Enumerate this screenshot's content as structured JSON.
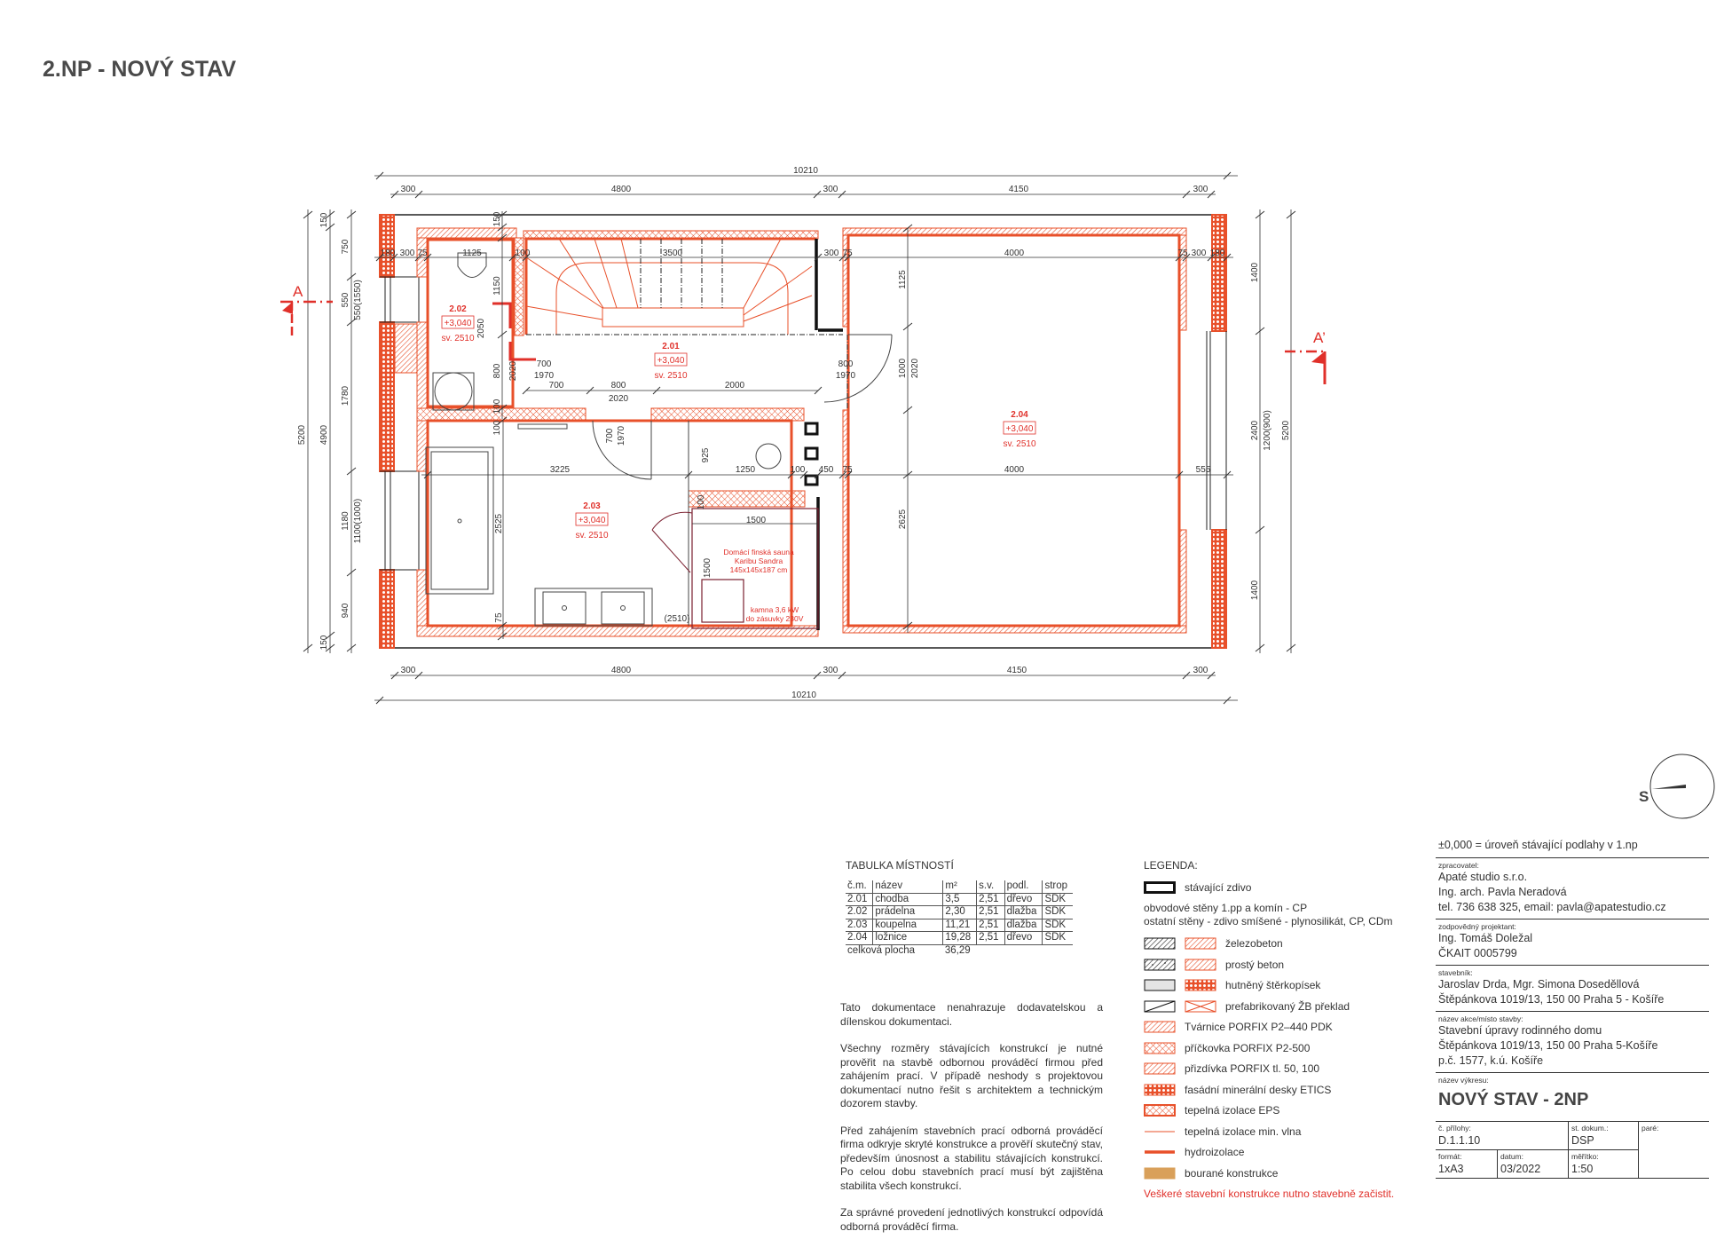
{
  "title": "2.NP - NOVÝ STAV",
  "plan": {
    "rooms": [
      {
        "number": "2.01",
        "level": "+3,040",
        "height": "sv. 2510"
      },
      {
        "number": "2.02",
        "level": "+3,040",
        "height": "sv. 2510"
      },
      {
        "number": "2.03",
        "level": "+3,040",
        "height": "sv. 2510"
      },
      {
        "number": "2.04",
        "level": "+3,040",
        "height": "sv. 2510"
      }
    ],
    "section_marks": {
      "left": "A",
      "right": "A’"
    },
    "sauna_note": [
      "Domácí finská sauna",
      "Karibu Sandra",
      "145x145x187 cm"
    ],
    "stove_note": [
      "kamna 3,6 kW",
      "do zásuvky 230V"
    ],
    "bath_height_note": "(2510)",
    "dims": {
      "top": [
        "10210",
        "300",
        "4800",
        "300",
        "4150",
        "300"
      ],
      "interior_top": [
        "180",
        "300",
        "75",
        "1125",
        "100",
        "3500",
        "300",
        "75",
        "4000",
        "75",
        "300",
        "180"
      ],
      "hall": [
        "700",
        "1970",
        "700",
        "800",
        "2020",
        "2000",
        "800",
        "1970"
      ],
      "left_rooms": [
        "150",
        "1150",
        "2050",
        "800",
        "2020",
        "100",
        "100"
      ],
      "room204": [
        "1125",
        "1000",
        "2020",
        "2625"
      ],
      "bath_row": [
        "3225",
        "1250",
        "100",
        "450",
        "75",
        "4000",
        "555"
      ],
      "bath": [
        "2525",
        "75",
        "925",
        "700",
        "1970",
        "100",
        "1500",
        "1500"
      ],
      "left": [
        "5200",
        "4900",
        "150",
        "150",
        "750",
        "550",
        "550(1550)",
        "1780",
        "1180",
        "1100(1000)",
        "940"
      ],
      "right": [
        "1400",
        "2400",
        "1200(900)",
        "5200",
        "1400"
      ],
      "bottom": [
        "300",
        "4800",
        "300",
        "4150",
        "300",
        "10210"
      ]
    }
  },
  "north_arrow": {
    "label": "S"
  },
  "room_table": {
    "heading": "TABULKA MÍSTNOSTÍ",
    "columns": [
      "č.m.",
      "název",
      "m²",
      "s.v.",
      "podl.",
      "strop"
    ],
    "rows": [
      [
        "2.01",
        "chodba",
        "3,5",
        "2,51",
        "dřevo",
        "SDK"
      ],
      [
        "2.02",
        "prádelna",
        "2,30",
        "2,51",
        "dlažba",
        "SDK"
      ],
      [
        "2.03",
        "koupelna",
        "11,21",
        "2,51",
        "dlažba",
        "SDK"
      ],
      [
        "2.04",
        "ložnice",
        "19,28",
        "2,51",
        "dřevo",
        "SDK"
      ]
    ],
    "total_label": "celková plocha",
    "total_value": "36,29"
  },
  "legend": {
    "heading": "LEGENDA:",
    "existing": "stávající zdivo",
    "walls_note_1": "obvodové stěny 1.pp a komín - CP",
    "walls_note_2": "ostatní stěny - zdivo smíšené - plynosilikát, CP, CDm",
    "items": [
      "železobeton",
      "prostý  beton",
      "hutněný štěrkopísek",
      "prefabrikovaný ŽB překlad",
      "Tvárnice PORFIX P2–440 PDK",
      "příčkovka PORFIX P2-500",
      "přizdívka PORFIX tl. 50, 100",
      "fasádní minerální desky ETICS",
      "tepelná izolace EPS",
      "tepelná izolace min. vlna",
      "hydroizolace",
      "bourané konstrukce"
    ],
    "warning": "Veškeré stavební konstrukce nutno stavebně začistit.",
    "colors": {
      "accent": "#e8502a",
      "demolished": "#d9a05a",
      "text_red": "#e0302a"
    }
  },
  "notes": [
    "Tato dokumentace nenahrazuje dodavatelskou a dílenskou dokumentaci.",
    "Všechny rozměry stávajících konstrukcí je nutné prověřit na stavbě odbornou prováděcí firmou před zahájením prací. V případě neshody s projektovou dokumentací nutno řešit s architektem a technickým dozorem stavby.",
    "Před zahájením stavebních prací odborná prováděcí firma odkryje skryté konstrukce a prověří skutečný stav, především únosnost a stabilitu stávajících konstrukcí. Po celou dobu stavebních prací musí být zajištěna stabilita všech konstrukcí.",
    "Za správné provedení jednotlivých konstrukcí odpovídá odborná prováděcí firma."
  ],
  "title_block": {
    "datum_note": "±0,000 = úroveň stávající podlahy v 1.np",
    "zpracovatel_label": "zpracovatel:",
    "zpracovatel": [
      "Apaté studio s.r.o.",
      "Ing. arch. Pavla Neradová",
      "tel. 736 638 325, email: pavla@apatestudio.cz"
    ],
    "projektant_label": "zodpovědný projektant:",
    "projektant": [
      "Ing. Tomáš Doležal",
      "ČKAIT 0005799"
    ],
    "stavebnik_label": "stavebník:",
    "stavebnik": [
      "Jaroslav Drda, Mgr. Simona Doseděllová",
      "Štěpánkova 1019/13, 150 00 Praha 5 - Košíře"
    ],
    "akce_label": "název akce/místo stavby:",
    "akce": [
      "Stavební úpravy rodinného domu",
      "Štěpánkova 1019/13, 150 00 Praha 5-Košíře",
      "p.č. 1577, k.ú. Košíře"
    ],
    "vykres_label": "název výkresu:",
    "vykres": "NOVÝ STAV - 2NP",
    "priloha_label": "č. přílohy:",
    "priloha": "D.1.1.10",
    "stdokum_label": "st. dokum.:",
    "stdokum": "DSP",
    "pare_label": "paré:",
    "format_label": "formát:",
    "format": "1xA3",
    "datum_label": "datum:",
    "datum": "03/2022",
    "meritko_label": "měřítko:",
    "meritko": "1:50"
  }
}
